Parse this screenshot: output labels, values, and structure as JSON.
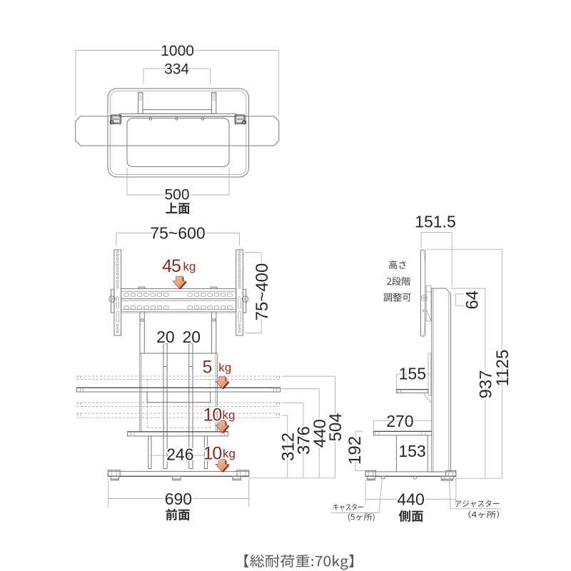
{
  "drawing": {
    "type": "product dimensional drawing",
    "footer_note": "【総耐荷重:70kg】",
    "views": {
      "top": {
        "label": "上面",
        "dims": {
          "tv_width": "1000",
          "mount_span": "334",
          "base_inner_width": "500"
        }
      },
      "front": {
        "label": "前面",
        "dims": {
          "vesa_width": "75~600",
          "vesa_height": "75~400",
          "column_widths": [
            "20",
            "20"
          ],
          "pedestal_width": "246",
          "base_width": "690",
          "shelf_heights": [
            "312",
            "376",
            "440",
            "504"
          ]
        },
        "loads": {
          "tv": {
            "value": "45",
            "unit": "kg"
          },
          "top_shelf": {
            "value": "5",
            "unit": "kg"
          },
          "middle_shelf": {
            "value": "10",
            "unit": "kg"
          },
          "bottom_shelf": {
            "value": "10",
            "unit": "kg"
          }
        }
      },
      "side": {
        "label": "側面",
        "note": [
          "高さ",
          "2段階",
          "調整可"
        ],
        "dims": {
          "top_depth": "151.5",
          "bracket_offset": "64",
          "upper_shelf_depth": "155",
          "lower_shelf_depth": "270",
          "pedestal_depth": "153",
          "shelf_to_base": "192",
          "panel_height": "937",
          "total_height": "1125",
          "base_depth": "440"
        },
        "callouts": {
          "caster": {
            "label": "キャスター",
            "count": "(5ヶ所)"
          },
          "adjuster": {
            "label": "アジャスター",
            "count": "（4ヶ所）"
          }
        }
      }
    },
    "colors": {
      "line": "#7d7d7d",
      "dark_line": "#474747",
      "dim_line": "#b4b4b4",
      "text": "#262626",
      "load_text": "#8b2b20",
      "arrow_fill": "#da8560",
      "arrow_edge": "#7b241b",
      "footer_text": "#585858",
      "background": "#ffffff"
    }
  }
}
